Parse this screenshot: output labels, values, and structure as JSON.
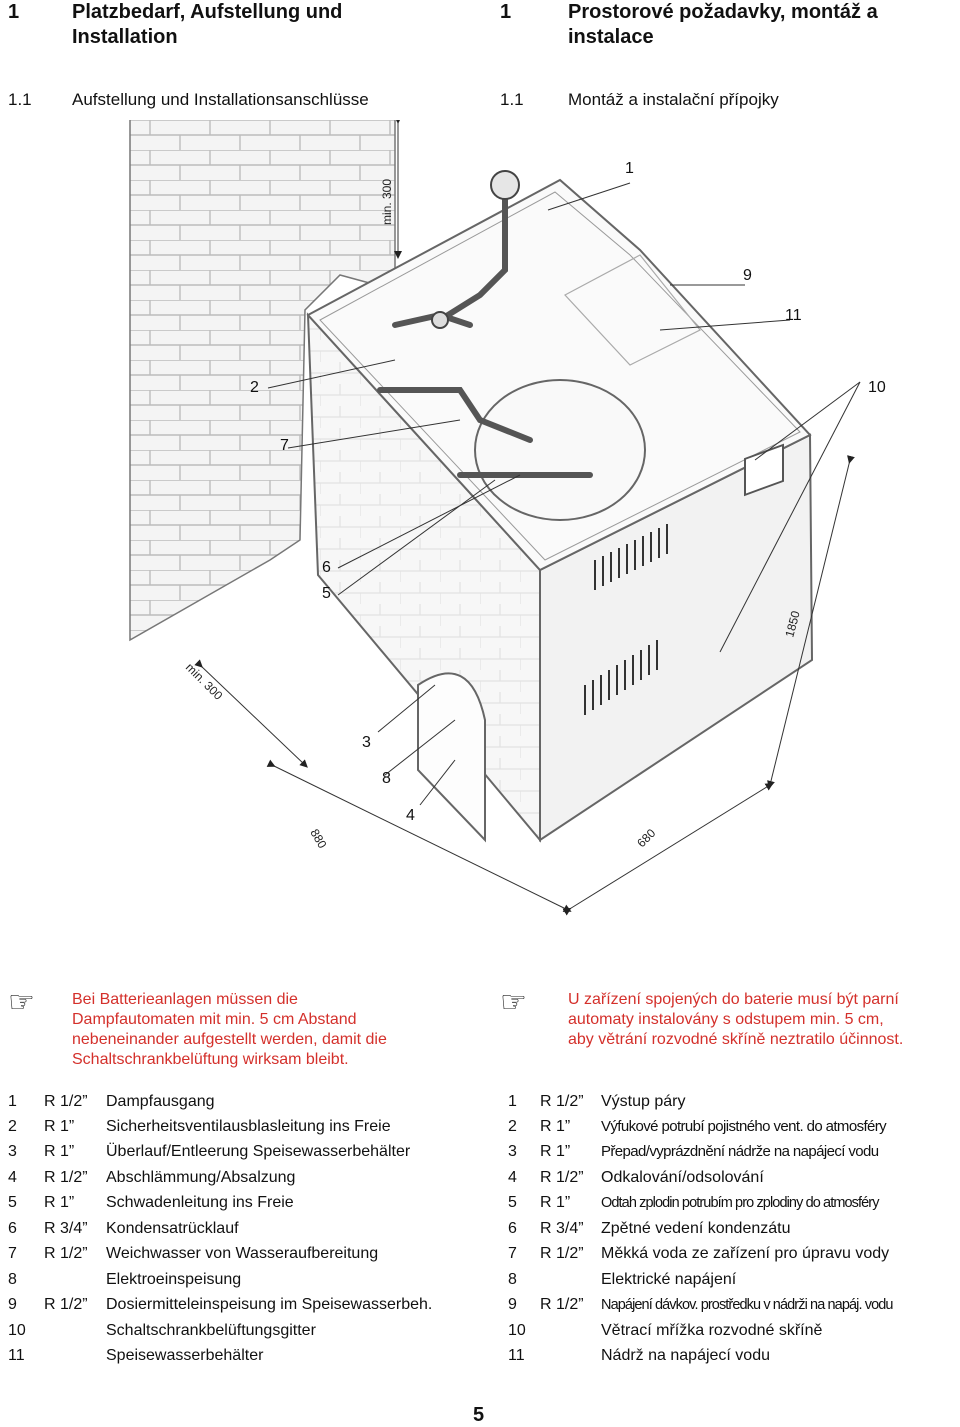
{
  "headings": {
    "left": {
      "num": "1",
      "title_line1": "Platzbedarf, Aufstellung und",
      "title_line2": "Installation"
    },
    "right": {
      "num": "1",
      "title_line1": "Prostorové požadavky, montáž a",
      "title_line2": "instalace"
    }
  },
  "subheadings": {
    "left": {
      "num": "1.1",
      "title": "Aufstellung und Installationsanschlüsse"
    },
    "right": {
      "num": "1.1",
      "title": "Montáž a instalační přípojky"
    }
  },
  "figure": {
    "callouts": [
      "1",
      "9",
      "11",
      "2",
      "10",
      "7",
      "6",
      "5",
      "3",
      "8",
      "4"
    ],
    "dimensions": {
      "top_clearance": "min. 300",
      "side_clearance": "min. 300",
      "height": "1850",
      "depth": "880",
      "width": "680"
    }
  },
  "notes": {
    "icon": "pointing-hand-icon",
    "left": [
      "Bei Batterieanlagen müssen die",
      "Dampfautomaten mit min. 5 cm Abstand",
      "nebeneinander aufgestellt werden, damit die",
      "Schaltschrankbelüftung wirksam bleibt."
    ],
    "right": [
      "U zařízení spojených do baterie musí být parní",
      "automaty instalovány s odstupem min. 5 cm,",
      "aby větrání rozvodné skříně neztratilo účinnost."
    ],
    "color": "#d4302b"
  },
  "legend": {
    "left": [
      {
        "n": "1",
        "size": "R 1/2”",
        "desc": "Dampfausgang"
      },
      {
        "n": "2",
        "size": "R 1”",
        "desc": "Sicherheitsventilausblasleitung ins Freie"
      },
      {
        "n": "3",
        "size": "R 1”",
        "desc": "Überlauf/Entleerung Speisewasserbehälter"
      },
      {
        "n": "4",
        "size": "R 1/2”",
        "desc": "Abschlämmung/Absalzung"
      },
      {
        "n": "5",
        "size": "R 1”",
        "desc": "Schwadenleitung ins Freie"
      },
      {
        "n": "6",
        "size": "R 3/4”",
        "desc": "Kondensatrücklauf"
      },
      {
        "n": "7",
        "size": "R 1/2”",
        "desc": "Weichwasser von Wasseraufbereitung"
      },
      {
        "n": "8",
        "size": "",
        "desc": "Elektroeinspeisung"
      },
      {
        "n": "9",
        "size": "R 1/2”",
        "desc": "Dosiermitteleinspeisung im Speisewasserbeh."
      },
      {
        "n": "10",
        "size": "",
        "desc": "Schaltschrankbelüftungsgitter"
      },
      {
        "n": "11",
        "size": "",
        "desc": "Speisewasserbehälter"
      }
    ],
    "right": [
      {
        "n": "1",
        "size": "R 1/2”",
        "desc": "Výstup páry"
      },
      {
        "n": "2",
        "size": "R 1”",
        "desc": "Výfukové potrubí pojistného vent. do atmosféry"
      },
      {
        "n": "3",
        "size": "R 1”",
        "desc": "Přepad/vyprázdnění nádrže na napájecí vodu"
      },
      {
        "n": "4",
        "size": "R 1/2”",
        "desc": "Odkalování/odsolování"
      },
      {
        "n": "5",
        "size": "R 1”",
        "desc": "Odtah zplodin potrubím pro zplodiny do atmosféry"
      },
      {
        "n": "6",
        "size": "R 3/4”",
        "desc": "Zpětné vedení kondenzátu"
      },
      {
        "n": "7",
        "size": "R 1/2”",
        "desc": "Měkká voda ze zařízení pro úpravu vody"
      },
      {
        "n": "8",
        "size": "",
        "desc": "Elektrické napájení"
      },
      {
        "n": "9",
        "size": "R 1/2”",
        "desc": "Napájení dávkov. prostředku v nádrži na napáj. vodu"
      },
      {
        "n": "10",
        "size": "",
        "desc": "Větrací mřížka rozvodné skříně"
      },
      {
        "n": "11",
        "size": "",
        "desc": "Nádrž na napájecí vodu"
      }
    ]
  },
  "page_number": "5"
}
